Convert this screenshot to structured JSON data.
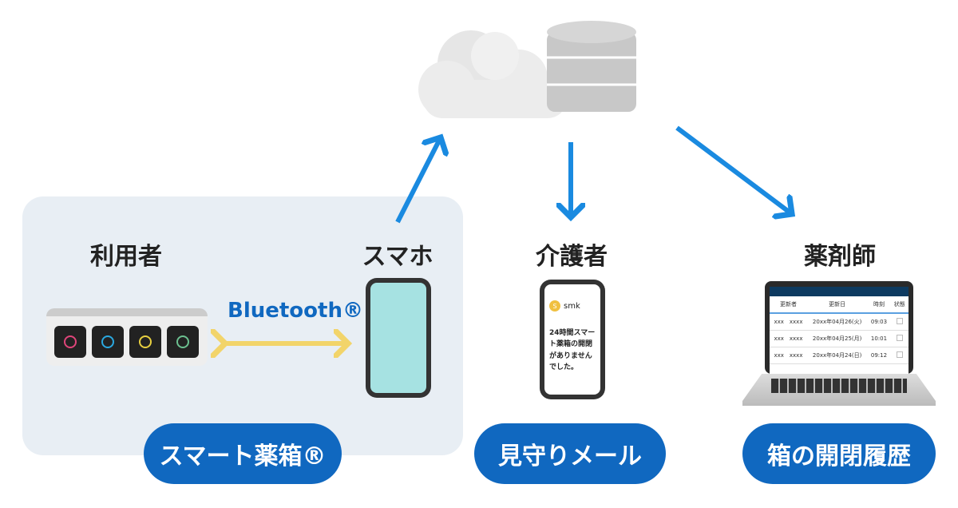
{
  "labels": {
    "user": "利用者",
    "smartphone": "スマホ",
    "caregiver": "介護者",
    "pharmacist": "薬剤師"
  },
  "bluetooth": "Bluetooth®",
  "pills": {
    "smart_box": "スマート薬箱®",
    "watch_mail": "見守りメール",
    "history": "箱の開閉履歴"
  },
  "mail": {
    "app_initial": "S",
    "app_name": "smk",
    "message": "24時間スマート薬箱の開閉がありませんでした。"
  },
  "table": {
    "headers": [
      "更新者",
      "更新日",
      "時刻",
      "状態"
    ],
    "rows": [
      [
        "xxx　xxxx",
        "20xx年04月26(火)",
        "09:03"
      ],
      [
        "xxx　xxxx",
        "20xx年04月25(月)",
        "10:01"
      ],
      [
        "xxx　xxxx",
        "20xx年04月24(日)",
        "09:12"
      ]
    ]
  },
  "colors": {
    "accent": "#1068c0",
    "arrow": "#1a8ae0",
    "bluetooth_arrow": "#f2d46a",
    "panel": "#e8eef4"
  },
  "button_ring_colors": [
    "#e0457a",
    "#2aa8e0",
    "#e8d040",
    "#6cc090"
  ]
}
